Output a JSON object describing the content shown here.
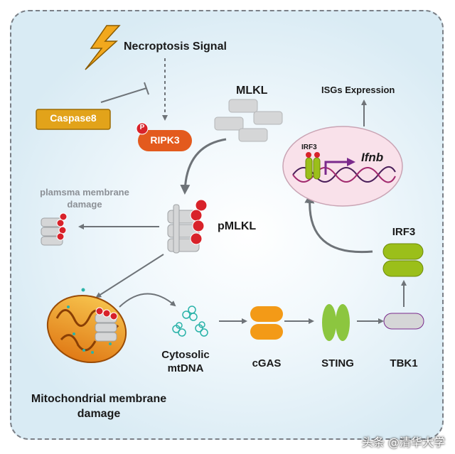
{
  "signal": "Necroptosis Signal",
  "caspase8": "Caspase8",
  "ripk3": "RIPK3",
  "mlkl": "MLKL",
  "pmlkl": "pMLKL",
  "plasma_damage": [
    "plamsma membrane",
    "damage"
  ],
  "mito_damage": [
    "Mitochondrial membrane",
    "damage"
  ],
  "mtdna": [
    "Cytosolic",
    "mtDNA"
  ],
  "cgas": "cGAS",
  "sting": "STING",
  "tbk1": "TBK1",
  "irf3": "IRF3",
  "irf3_small": "IRF3",
  "ifnb": "Ifnb",
  "isgs": "ISGs Expression",
  "phospho": "P",
  "watermark": "头条 @清华大学",
  "colors": {
    "caspase8": "#e2a31a",
    "ripk3": "#e35a1e",
    "phospho": "#d8222a",
    "cgas": "#f39a17",
    "sting": "#8cc63f",
    "irf3": "#9bbf1a",
    "arrow": "#6e7378",
    "mlkl": "#d5d6d7"
  }
}
